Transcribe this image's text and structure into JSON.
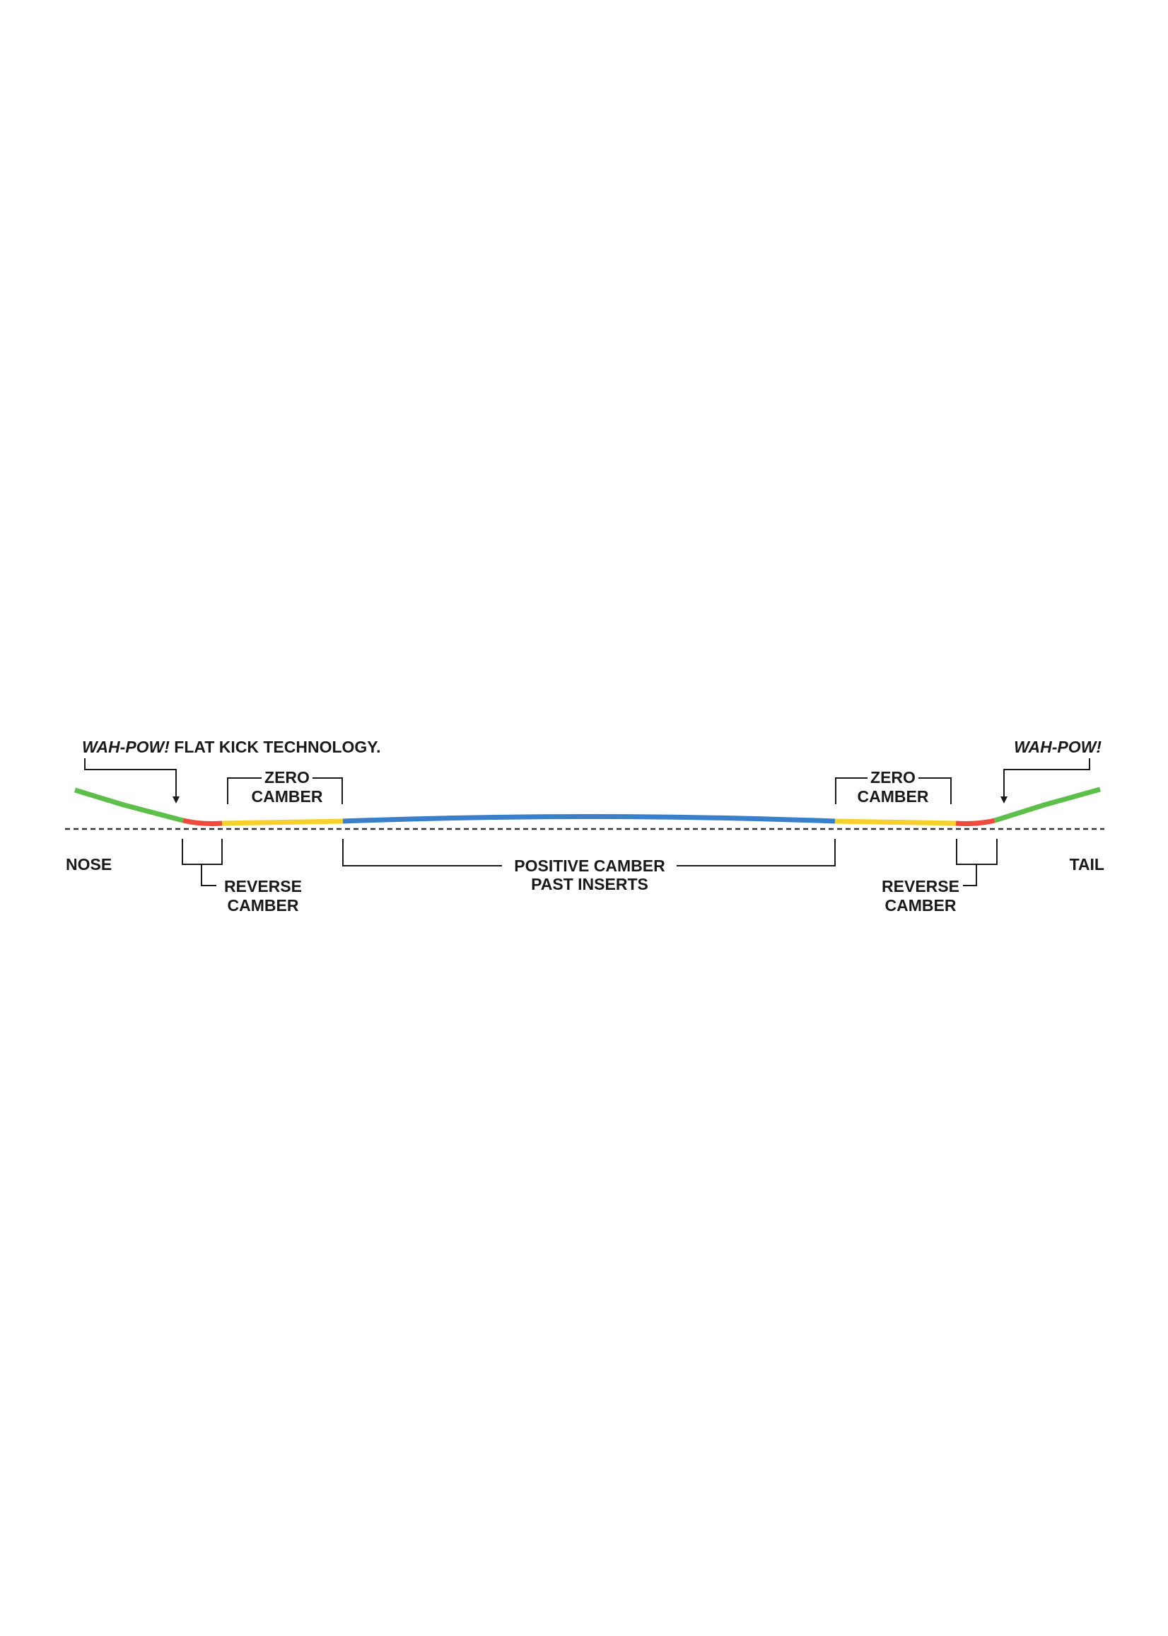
{
  "labels": {
    "wah_pow_left": "WAH-POW!",
    "flat_kick_suffix": " FLAT KICK TECHNOLOGY.",
    "wah_pow_right": "WAH-POW!",
    "zero_camber_left": [
      "ZERO",
      "CAMBER"
    ],
    "zero_camber_right": [
      "ZERO",
      "CAMBER"
    ],
    "reverse_camber_left": [
      "REVERSE",
      "CAMBER"
    ],
    "reverse_camber_right": [
      "REVERSE",
      "CAMBER"
    ],
    "positive_camber": [
      "POSITIVE CAMBER",
      "PAST INSERTS"
    ],
    "nose": "NOSE",
    "tail": "TAIL"
  },
  "colors": {
    "flat_kick": "#5cbf4a",
    "reverse_camber": "#ef4a3c",
    "zero_camber": "#f6d02d",
    "positive_camber": "#3a7fc9",
    "ink": "#1a1a1a"
  }
}
